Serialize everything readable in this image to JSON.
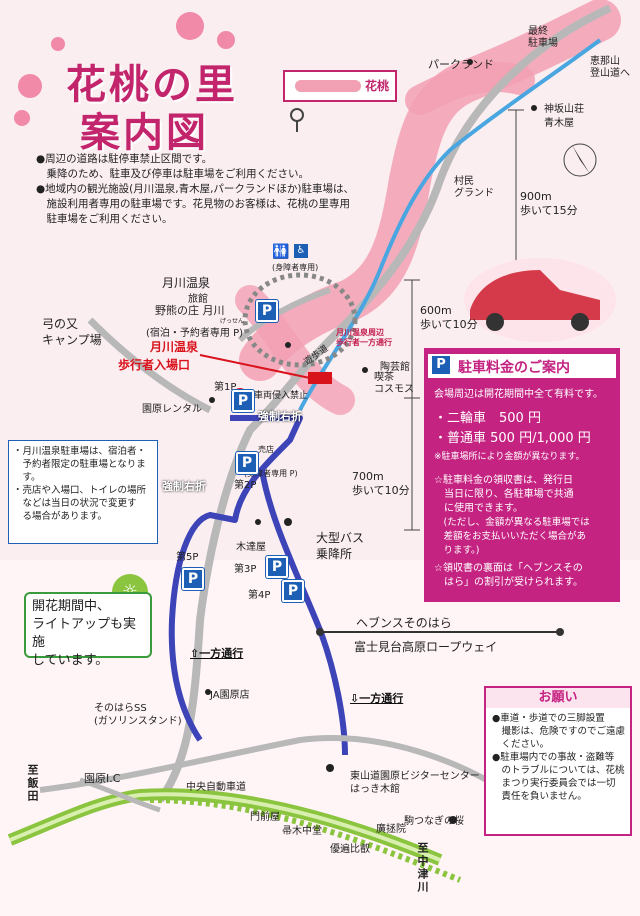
{
  "title_line1": "花桃の里",
  "title_line2": "案内図",
  "legend_label": "花桃",
  "notes": [
    "●周辺の道路は駐停車禁止区間です。",
    "　乗降のため、駐車及び停車は駐車場をご利用ください。",
    "●地域内の観光施設(月川温泉,青木屋,パークランドほか)駐車場は、",
    "　施設利用者専用の駐車場です。花見物のお客様は、花桃の里専用",
    "　駐車場をご利用ください。"
  ],
  "places": {
    "parkland": "パークランド",
    "last_parking": "最終\n駐車場",
    "enasan": "恵那山\n登山道へ",
    "kamisaka": "神坂山荘",
    "aokiya": "青木屋",
    "sonmin": "村民\nグランド",
    "tsukikawa_onsen": "月川温泉",
    "ryokan": "旅館",
    "noguma": "野熊の庄 月川",
    "gessen": "げっせん",
    "guest_parking": "(宿泊・予約者専用 P)",
    "walk_entrance1": "月川温泉",
    "walk_entrance2": "歩行者入場口",
    "yuminomata": "弓の又\nキャンプ場",
    "first_p": "第1P",
    "sonohara_rental": "園原レンタル",
    "kyosei1": "強制右折",
    "kyosei2": "強制右折",
    "shop": "売店",
    "disabled_only": "(身障者専用 P)",
    "second_p": "第2P",
    "kitatsuya": "木達屋",
    "third_p": "第3P",
    "fourth_p": "第4P",
    "fifth_p": "第5P",
    "big_bus": "大型バス\n乗降所",
    "heavens": "ヘブンスそのはら",
    "ropeway": "富士見台高原ロープウェイ",
    "ja": "JA園原店",
    "ss": "そのはらSS\n(ガソリンスタンド)",
    "ic": "園原I.C",
    "to_iida": "至飯田",
    "to_nakatsugawa": "至中津川",
    "chuo": "中央自動車道",
    "visitor_center": "東山道園原ビジターセンター\nはっき木館",
    "komatsunagi": "駒つなぎの桜",
    "monzenya": "門前屋",
    "hahakigi": "帚木中堂",
    "koseki": "廣拯院",
    "sengen": "優遍比叡",
    "pottery": "陶芸館",
    "cafe": "喫茶\nコスモス",
    "no_entry": "車両侵入禁止",
    "disabled_toilet": "(身障者専用)",
    "oneway_onsen": "月川温泉周辺\n歩行者一方通行",
    "sanpo": "遊歩道"
  },
  "distances": {
    "d900": "900m\n歩いて15分",
    "d600": "600m\n歩いて10分",
    "d700": "700m\n歩いて10分"
  },
  "oneway_left": "⇧一方通行",
  "oneway_right": "⇩一方通行",
  "info_box": [
    "・月川温泉駐車場は、宿泊者・",
    "　予約者限定の駐車場となりま",
    "　す。",
    "・売店や入場口、トイレの場所",
    "　などは当日の状況で変更す",
    "　る場合があります。"
  ],
  "light_up": [
    "開花期間中、",
    "ライトアップも実施",
    "しています。"
  ],
  "parking_info": {
    "header": "駐車料金のご案内",
    "p_icon": "P",
    "line1": "会場周辺は開花期間中全て有料です。",
    "car1": "・二輪車　500 円",
    "car2": "・普通車 500 円/1,000 円",
    "note": "※駐車場所により金額が異なります。",
    "receipt1": "☆駐車料金の領収書は、発行日",
    "receipt2": "　当日に限り、各駐車場で共通",
    "receipt3": "　に使用できます。",
    "receipt4": "　(ただし、金額が異なる駐車場では",
    "receipt5": "　差額をお支払いいただく場合があ",
    "receipt6": "　ります。)",
    "heavens1": "☆領収書の裏面は「ヘブンスその",
    "heavens2": "　はら」の割引が受けられます。"
  },
  "request": {
    "header": "お願い",
    "body": [
      "●車道・歩道での三脚設置",
      "　撮影は、危険ですのでご遠慮",
      "　ください。",
      "●駐車場内での事故・盗難等",
      "　のトラブルについては、花桃",
      "　まつり実行委員会では一切",
      "　責任を負いません。"
    ]
  },
  "colors": {
    "title": "#c2256b",
    "blossom": "#f2a0b4",
    "river": "#4aa6e0",
    "oneway_route": "#3c44b8",
    "highway": "#8bc43f",
    "parking_blue": "#1d5fb5",
    "magenta": "#c52381"
  }
}
